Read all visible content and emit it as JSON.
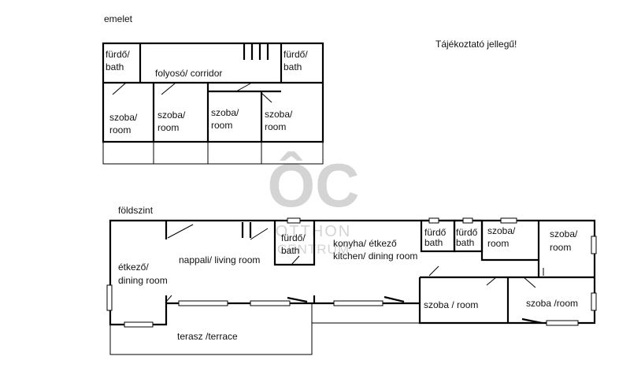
{
  "upper_floor": {
    "heading": "emelet",
    "rooms": {
      "bath_left": [
        "fürdő/",
        "bath"
      ],
      "corridor": "folyosó/ corridor",
      "bath_right": [
        "fürdő/",
        "bath"
      ],
      "room1": [
        "szoba/",
        "room"
      ],
      "room2": [
        "szoba/",
        "room"
      ],
      "room3": [
        "szoba/",
        "room"
      ],
      "room4": [
        "szoba/",
        "room"
      ]
    }
  },
  "notice": "Tájékoztató jellegű!",
  "ground_floor": {
    "heading": "földszint",
    "rooms": {
      "dining": [
        "étkező/",
        "dining room"
      ],
      "living": "nappali/ living room",
      "bath": [
        "fürdő/",
        "bath"
      ],
      "kitchen": [
        "konyha/ étkező",
        "kitchen/ dining room"
      ],
      "bath2": [
        "fürdő",
        "bath"
      ],
      "bath3": [
        "fürdő",
        "bath"
      ],
      "room_a": [
        "szoba/",
        "room"
      ],
      "room_b": [
        "szoba/",
        "room"
      ],
      "room_c": "szoba / room",
      "room_d": "szoba /room",
      "terrace": "terasz /terrace"
    }
  },
  "watermark": {
    "logo": "ÔC",
    "line1": "OTTHON",
    "line2": "CENTRUM"
  }
}
